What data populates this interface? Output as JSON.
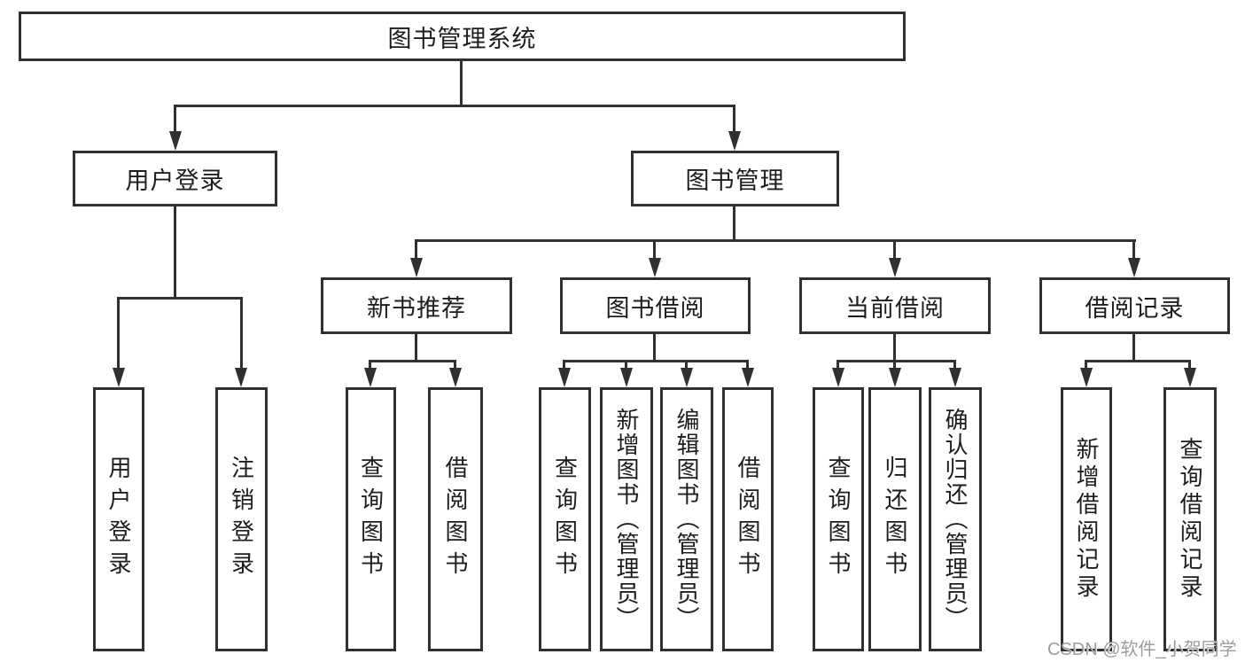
{
  "diagram": {
    "title": "图书管理系统",
    "nodes": {
      "root": {
        "label": "图书管理系统"
      },
      "level2": [
        {
          "label": "用户登录"
        },
        {
          "label": "图书管理"
        }
      ],
      "level3": [
        {
          "label": "新书推荐"
        },
        {
          "label": "图书借阅"
        },
        {
          "label": "当前借阅"
        },
        {
          "label": "借阅记录"
        }
      ],
      "leaves": [
        {
          "label": "用户登录",
          "parent": "用户登录"
        },
        {
          "label": "注销登录",
          "parent": "用户登录"
        },
        {
          "label": "查询图书",
          "parent": "新书推荐"
        },
        {
          "label": "借阅图书",
          "parent": "新书推荐"
        },
        {
          "label": "查询图书",
          "parent": "图书借阅"
        },
        {
          "label": "新增图书（管理员）",
          "parent": "图书借阅"
        },
        {
          "label": "编辑图书（管理员）",
          "parent": "图书借阅"
        },
        {
          "label": "借阅图书",
          "parent": "图书借阅"
        },
        {
          "label": "查询图书",
          "parent": "当前借阅"
        },
        {
          "label": "归还图书",
          "parent": "当前借阅"
        },
        {
          "label": "确认归还（管理员）",
          "parent": "当前借阅"
        },
        {
          "label": "新增借阅记录",
          "parent": "借阅记录"
        },
        {
          "label": "查询借阅记录",
          "parent": "借阅记录"
        }
      ]
    },
    "colors": {
      "line": "#303030",
      "text": "#1d1d1d",
      "background": "#ffffff",
      "watermark": "#9c9c9c"
    }
  },
  "watermark": {
    "text": "CSDN @软件_小贺同学"
  }
}
